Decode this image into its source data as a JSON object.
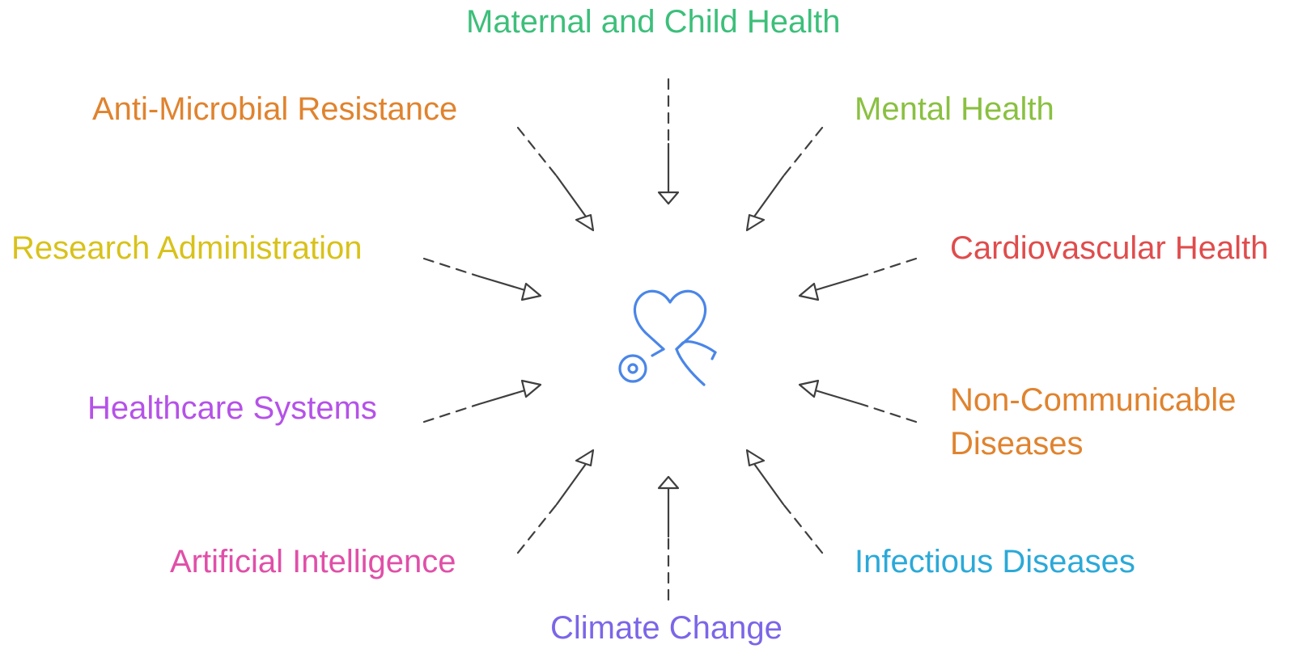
{
  "center": {
    "icon": "heart-stethoscope-icon",
    "color": "#4a86e8"
  },
  "topics": {
    "maternal_child_health": {
      "label": "Maternal and Child Health",
      "color": "#3cbf7a"
    },
    "anti_microbial_resistance": {
      "label": "Anti-Microbial Resistance",
      "color": "#e0832e"
    },
    "mental_health": {
      "label": "Mental Health",
      "color": "#8ac040"
    },
    "research_administration": {
      "label": "Research Administration",
      "color": "#d8c21a"
    },
    "cardiovascular_health": {
      "label": "Cardiovascular Health",
      "color": "#e04c4c"
    },
    "healthcare_systems": {
      "label": "Healthcare Systems",
      "color": "#b552e8"
    },
    "non_communicable_diseases": {
      "line1": "Non-Communicable",
      "line2": "Diseases",
      "color": "#e0832e"
    },
    "artificial_intelligence": {
      "label": "Artificial Intelligence",
      "color": "#e04fa8"
    },
    "infectious_diseases": {
      "label": "Infectious Diseases",
      "color": "#2ba9d8"
    },
    "climate_change": {
      "label": "Climate Change",
      "color": "#7b66e8"
    }
  }
}
